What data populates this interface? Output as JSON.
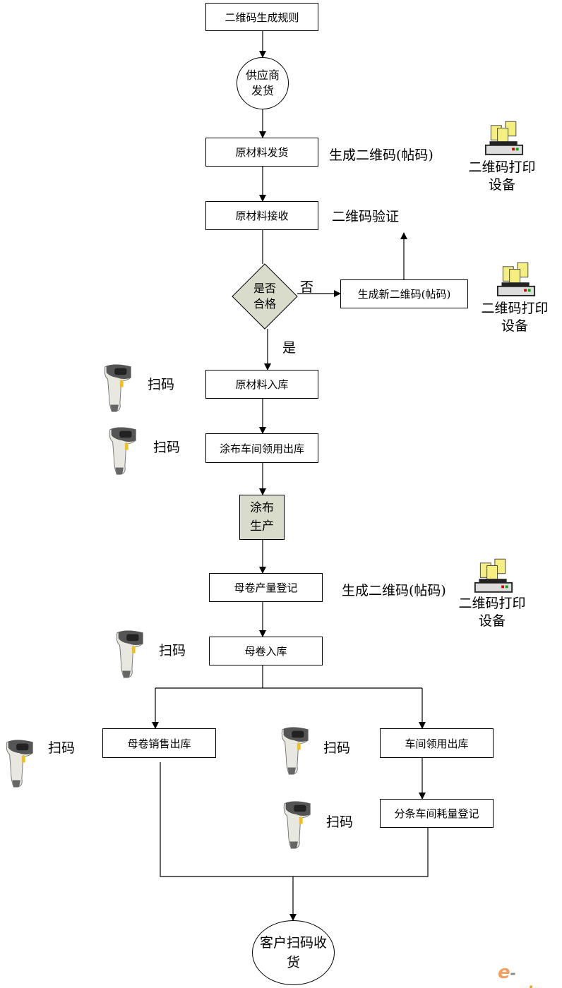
{
  "nodes": {
    "rule": "二维码生成规则",
    "supplier_l1": "供应商",
    "supplier_l2": "发货",
    "raw_ship": "原材料发货",
    "raw_recv": "原材料接收",
    "check_l1": "是否",
    "check_l2": "合格",
    "new_code": "生成新二维码(帖码)",
    "raw_in": "原材料入库",
    "coat_out": "涂布车间领用出库",
    "coat_l1": "涂布",
    "coat_l2": "生产",
    "roll_reg": "母卷产量登记",
    "roll_in": "母卷入库",
    "roll_sale": "母卷销售出库",
    "ws_out": "车间领用出库",
    "slit_reg": "分条车间耗量登记",
    "customer_l1": "客户扫码收",
    "customer_l2": "货"
  },
  "labels": {
    "gen_code_1": "生成二维码(帖码)",
    "verify": "二维码验证",
    "no": "否",
    "yes": "是",
    "gen_code_2": "生成二维码(帖码)",
    "scan": "扫码"
  },
  "printer": {
    "l1": "二维码打印",
    "l2": "设备"
  },
  "watermark": "e-works",
  "colors": {
    "process_fill": "#d9dccb",
    "line": "#000000"
  }
}
